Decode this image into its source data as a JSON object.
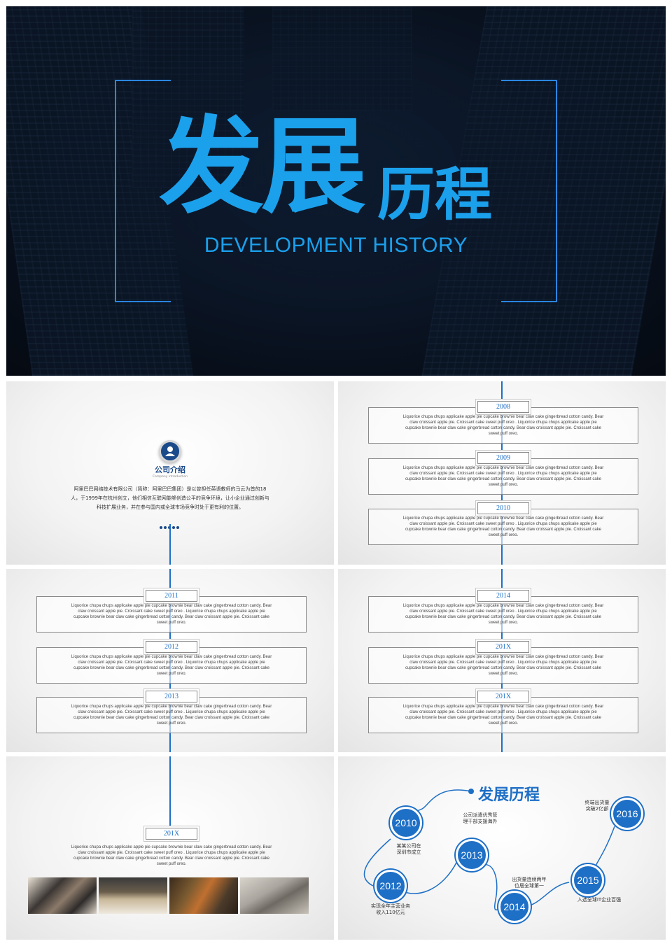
{
  "cover": {
    "title_big": "发展",
    "title_small": "历程",
    "subtitle": "DEVELOPMENT HISTORY"
  },
  "intro": {
    "icon": "user-icon",
    "title": "公司介绍",
    "subtitle": "Company introduction",
    "body": "阿里巴巴网络技术有限公司（简称：阿里巴巴集团）是以曾担任英语教师的马云为首的18人，于1999年在杭州创立，他们相信互联网能够创造公平的竞争环境，让小企业通过创新与科技扩展业务，并在参与国内或全球市场竞争时处于更有利的位置。"
  },
  "card_text": "Liquorice chupa chups applicake apple pie cupcake brownie bear claw  cake gingerbread cotton candy. Bear claw croissant apple pie. Croissant cake sweet puff oreo . Liquorice chupa chups applicake apple pie cupcake brownie bear claw  cake gingerbread cotton candy. Bear claw croissant apple pie. Croissant cake sweet puff oreo.",
  "slide2_years": [
    "2008",
    "2009",
    "2010"
  ],
  "slide3_years": [
    "2011",
    "2012",
    "2013"
  ],
  "slide4_years": [
    "2014",
    "201X",
    "201X"
  ],
  "slide5_year": "201X",
  "final": {
    "title": "发展历程",
    "nodes": [
      {
        "year": "2010",
        "caption": "某某公司在\n深圳市成立"
      },
      {
        "year": "2012",
        "caption": "实现全年主营业务\n收入110亿元"
      },
      {
        "year": "2013",
        "caption": "公司派遣优秀管\n理干部支援海外"
      },
      {
        "year": "2014",
        "caption": "出货量连续两年\n位居全球第一"
      },
      {
        "year": "2015",
        "caption": "入选全球IT企业百强"
      },
      {
        "year": "2016",
        "caption": "终端出货量\n突破2亿部"
      }
    ]
  },
  "colors": {
    "accent": "#1ba0ec",
    "blue": "#1e6fc6",
    "navy": "#1b4a8a"
  }
}
